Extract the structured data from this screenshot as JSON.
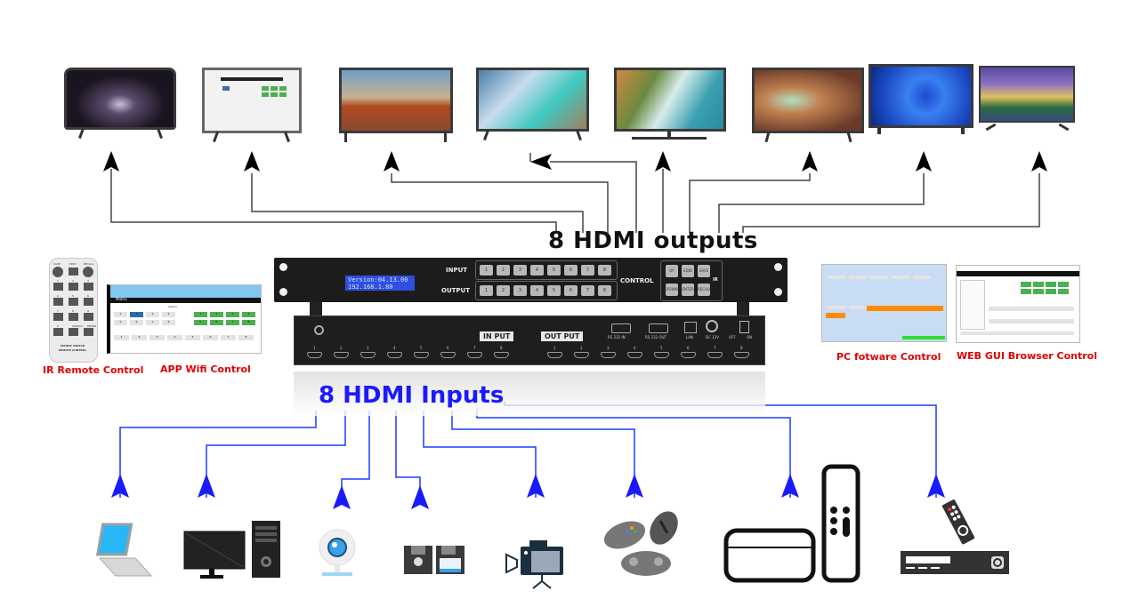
{
  "titles": {
    "outputs": "8 HDMI outputs",
    "inputs": "8 HDMI Inputs"
  },
  "displays": [
    {
      "name": "curved-tv-galaxy",
      "screen": "galaxy"
    },
    {
      "name": "monitor-web-gui",
      "screen": "web-gui"
    },
    {
      "name": "tv-desert-mesa",
      "screen": "desert"
    },
    {
      "name": "tv-glacier-lake",
      "screen": "glacier"
    },
    {
      "name": "tv-aerial-coast",
      "screen": "coast"
    },
    {
      "name": "tv-canyon",
      "screen": "canyon"
    },
    {
      "name": "tv-blue-flower",
      "screen": "flower"
    },
    {
      "name": "tv-city-night",
      "screen": "city"
    }
  ],
  "front_panel": {
    "lcd_line1": "Version:04.13.00",
    "lcd_line2": "192.168.1.80",
    "input_label": "INPUT",
    "output_label": "OUTPUT",
    "control_label": "CONTROL",
    "ir_label": "IR",
    "input_buttons": [
      "1",
      "2",
      "3",
      "4",
      "5",
      "6",
      "7",
      "8"
    ],
    "output_buttons": [
      "1",
      "2",
      "3",
      "4",
      "5",
      "6",
      "7",
      "8"
    ],
    "control_buttons": [
      "UP",
      "EDID",
      "SAVE",
      "DOWN",
      "ENTER",
      "RECALL"
    ]
  },
  "rear_panel": {
    "input_tag": "IN PUT",
    "output_tag": "OUT PUT",
    "port_numbers": [
      "1",
      "2",
      "3",
      "4",
      "5",
      "6",
      "7",
      "8"
    ],
    "rs232_in": "RS 232 IN",
    "rs232_out": "RS 232 OUT",
    "lan": "LAN",
    "power": "DC 12V",
    "off": "OFF",
    "on": "ON"
  },
  "remote": {
    "top_keys": [
      "SAVE",
      "EDID",
      "RECALL"
    ],
    "keys": [
      "1",
      "2",
      "3",
      "4",
      "5",
      "6",
      "7",
      "8",
      "9",
      "0",
      "SWITCH",
      "ENTER"
    ],
    "footer_line1": "MATRIX SWITCH",
    "footer_line2": "REMOTE CONTROL"
  },
  "app_screen": {
    "title": "Matrix",
    "tabs": [
      "Home",
      "Settings",
      "Account",
      "Logout"
    ],
    "switch_label": "Switch",
    "input_label": "Input",
    "output_label": "Output",
    "recall_label": "Recall",
    "save_label": "Save",
    "inputs": [
      "1",
      "2",
      "3",
      "4",
      "5",
      "6",
      "7",
      "8"
    ],
    "outputs": [
      "1",
      "2",
      "3",
      "4",
      "5",
      "6",
      "7",
      "8"
    ],
    "recall": [
      "1",
      "2",
      "3",
      "4",
      "5",
      "6",
      "7",
      "8"
    ]
  },
  "control_labels": {
    "ir": "IR Remote Control",
    "app": "APP Wifi Control",
    "pc": "PC fotware Control",
    "web": "WEB GUI Browser Control"
  },
  "sources": [
    {
      "name": "laptop"
    },
    {
      "name": "desktop-pc"
    },
    {
      "name": "webcam"
    },
    {
      "name": "floppy-storage"
    },
    {
      "name": "video-camera"
    },
    {
      "name": "game-controllers"
    },
    {
      "name": "streaming-box-remote"
    },
    {
      "name": "set-top-box-remote"
    }
  ],
  "colors": {
    "output_line": "#333333",
    "input_line": "#1a1aff",
    "label_red": "#e00000",
    "lcd_blue": "#2f4fe0",
    "status_green": "#4caf50",
    "accent_orange": "#ff8c00"
  }
}
